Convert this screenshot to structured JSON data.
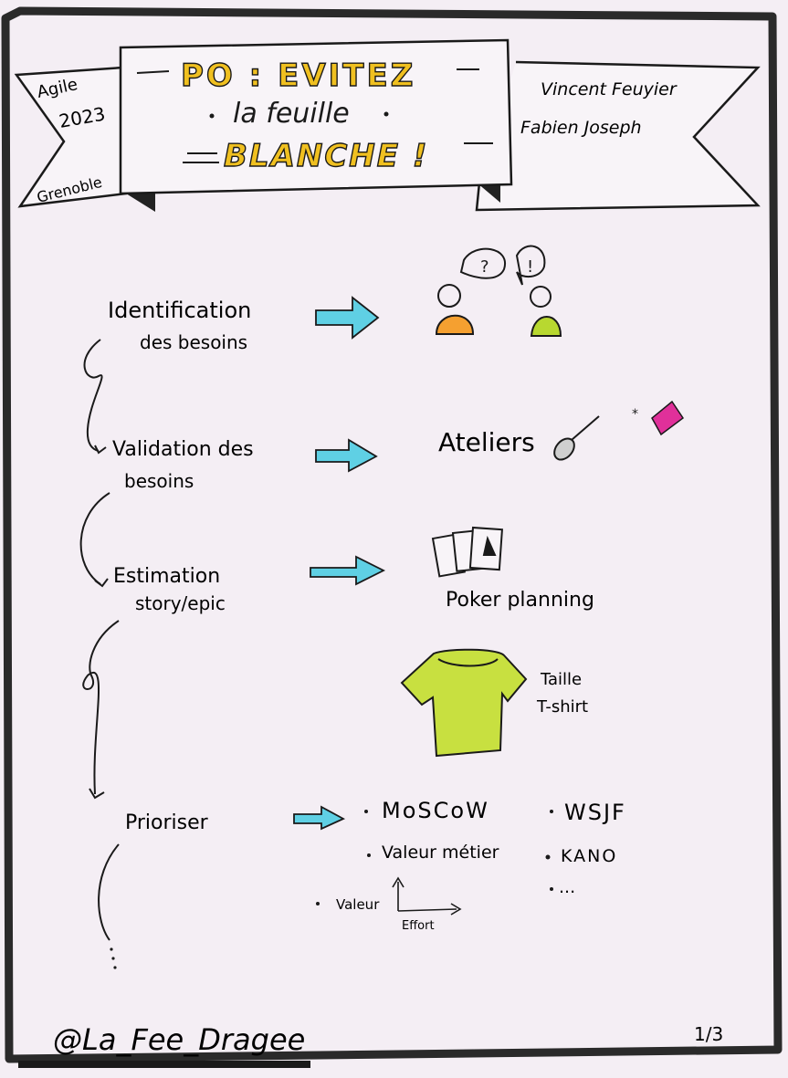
{
  "banner": {
    "title_line1": "PO : EVITEZ",
    "title_line2": "la feuille",
    "title_line3": "BLANCHE !",
    "left_event": "Agile",
    "left_year": "2023",
    "left_city": "Grenoble",
    "author1": "Vincent Feuyier",
    "author2": "Fabien Joseph"
  },
  "steps": [
    {
      "label_line1": "Identification",
      "label_line2": "des besoins"
    },
    {
      "label_line1": "Validation des",
      "label_line2": "besoins"
    },
    {
      "label_line1": "Estimation",
      "label_line2": "story/epic"
    },
    {
      "label_line1": "Prioriser",
      "label_line2": ""
    }
  ],
  "results": {
    "ateliers": "Ateliers",
    "poker": "Poker planning",
    "tshirt_line1": "Taille",
    "tshirt_line2": "T-shirt",
    "prio_col1": [
      "MoSCoW",
      "Valeur métier"
    ],
    "prio_col2": [
      "WSJF",
      "KANO",
      "..."
    ],
    "valeur": "Valeur",
    "effort": "Effort"
  },
  "footer": {
    "handle": "@La_Fee_Dragee",
    "page": "1/3"
  },
  "colors": {
    "arrow": "#5fd0e4",
    "banner_accent": "#f0c020",
    "person1": "#f5a030",
    "person2": "#b8d830",
    "tshirt": "#c8e040",
    "gem": "#e0309a"
  }
}
